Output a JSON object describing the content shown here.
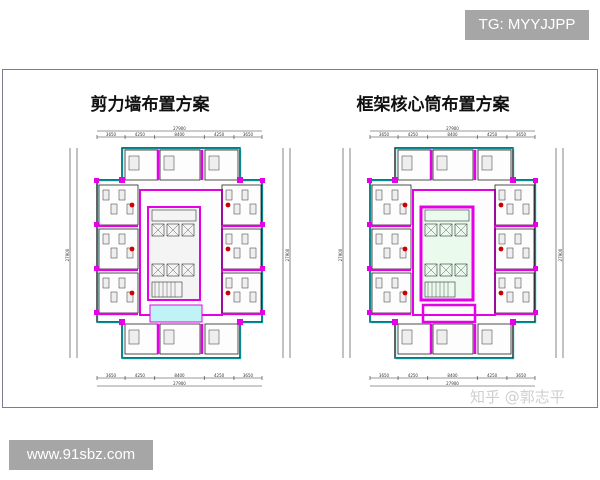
{
  "tag_top": "TG: MYYJJPP",
  "tag_bottom": "www.91sbz.com",
  "watermark": "知乎 @郭志平",
  "plans": [
    {
      "title": "剪力墙布置方案",
      "scheme": "shear-wall",
      "core_highlight": "#e600e6"
    },
    {
      "title": "框架核心筒布置方案",
      "scheme": "frame-core-tube",
      "core_highlight": "#e600e6"
    }
  ],
  "dimensions": {
    "total": "27900",
    "segments": [
      "3650",
      "4250",
      "8400",
      "4250",
      "3650"
    ]
  },
  "colors": {
    "wall": "#e600e6",
    "glazing": "#00c8d0",
    "line": "#222222",
    "fixture": "#d00000"
  }
}
